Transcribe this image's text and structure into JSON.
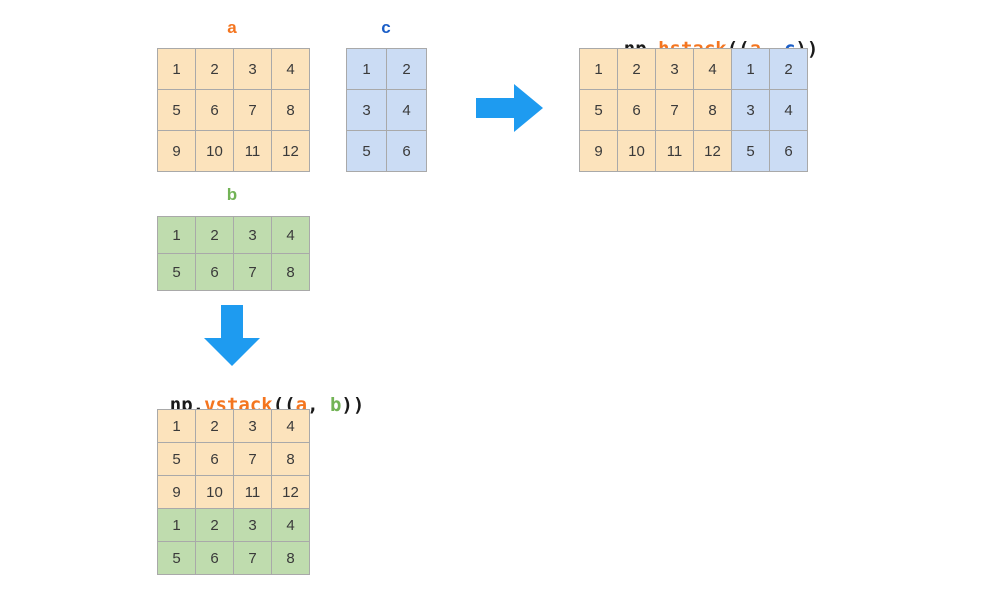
{
  "palette": {
    "orange_label": "#f4751f",
    "blue_label": "#1b5ec7",
    "green_label": "#72b356",
    "cell_orange": "#fce3bc",
    "cell_blue": "#cbdcf4",
    "cell_green": "#bfdcae",
    "cell_border": "#a9a9a9",
    "digit_text": "#3a3a3a",
    "arrow_blue": "#1e9bf0",
    "background": "#ffffff"
  },
  "arrays": {
    "a": {
      "label": "a",
      "rows": 3,
      "cols": 4,
      "values": [
        [
          "1",
          "2",
          "3",
          "4"
        ],
        [
          "5",
          "6",
          "7",
          "8"
        ],
        [
          "9",
          "10",
          "11",
          "12"
        ]
      ]
    },
    "c": {
      "label": "c",
      "rows": 3,
      "cols": 2,
      "values": [
        [
          "1",
          "2"
        ],
        [
          "3",
          "4"
        ],
        [
          "5",
          "6"
        ]
      ]
    },
    "b": {
      "label": "b",
      "rows": 2,
      "cols": 4,
      "values": [
        [
          "1",
          "2",
          "3",
          "4"
        ],
        [
          "5",
          "6",
          "7",
          "8"
        ]
      ]
    }
  },
  "hstack": {
    "title": {
      "prefix": "np.",
      "func": "hstack",
      "open_parens": "((",
      "arg1": "a",
      "separator": ", ",
      "arg2": "c",
      "close_parens": "))"
    },
    "result": {
      "rows": 3,
      "cols": 6,
      "values": [
        [
          "1",
          "2",
          "3",
          "4",
          "1",
          "2"
        ],
        [
          "5",
          "6",
          "7",
          "8",
          "3",
          "4"
        ],
        [
          "9",
          "10",
          "11",
          "12",
          "5",
          "6"
        ]
      ],
      "source_of_column": [
        "a",
        "a",
        "a",
        "a",
        "c",
        "c"
      ]
    }
  },
  "vstack": {
    "title": {
      "prefix": "np.",
      "func": "vstack",
      "open_parens": "((",
      "arg1": "a",
      "separator": ", ",
      "arg2": "b",
      "close_parens": "))"
    },
    "result": {
      "rows": 5,
      "cols": 4,
      "values": [
        [
          "1",
          "2",
          "3",
          "4"
        ],
        [
          "5",
          "6",
          "7",
          "8"
        ],
        [
          "9",
          "10",
          "11",
          "12"
        ],
        [
          "1",
          "2",
          "3",
          "4"
        ],
        [
          "5",
          "6",
          "7",
          "8"
        ]
      ],
      "source_of_row": [
        "a",
        "a",
        "a",
        "b",
        "b"
      ]
    }
  },
  "arrows": {
    "hstack_arrow": "arrow-right",
    "vstack_arrow": "arrow-down"
  }
}
